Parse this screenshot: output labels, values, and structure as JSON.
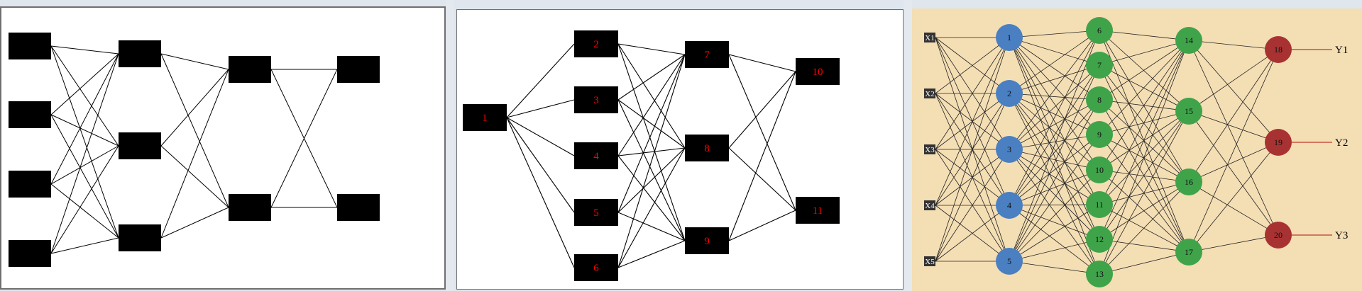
{
  "colors": {
    "black_box": "#000000",
    "red_label": "#ff0000",
    "panel3_bg": "#f4deb4",
    "input_color": "#4a7fc1",
    "hidden_color": "#3fa34a",
    "output_color": "#a83232",
    "output_line": "#c0392b"
  },
  "diagram1": {
    "layers": [
      {
        "count": 4
      },
      {
        "count": 3
      },
      {
        "count": 2
      },
      {
        "count": 2
      }
    ]
  },
  "diagram2": {
    "layers": [
      {
        "labels": [
          "1"
        ]
      },
      {
        "labels": [
          "2",
          "3",
          "4",
          "5",
          "6"
        ]
      },
      {
        "labels": [
          "7",
          "8",
          "9"
        ]
      },
      {
        "labels": [
          "10",
          "11"
        ]
      }
    ]
  },
  "diagram3": {
    "inputs": [
      "X1",
      "X2",
      "X3",
      "X4",
      "X5"
    ],
    "layers": [
      {
        "labels": [
          "1",
          "2",
          "3",
          "4",
          "5"
        ],
        "color": "input_color"
      },
      {
        "labels": [
          "6",
          "7",
          "8",
          "9",
          "10",
          "11",
          "12",
          "13"
        ],
        "color": "hidden_color"
      },
      {
        "labels": [
          "14",
          "15",
          "16",
          "17"
        ],
        "color": "hidden_color"
      },
      {
        "labels": [
          "18",
          "19",
          "20"
        ],
        "color": "output_color"
      }
    ],
    "outputs": [
      "Y1",
      "Y2",
      "Y3"
    ]
  }
}
